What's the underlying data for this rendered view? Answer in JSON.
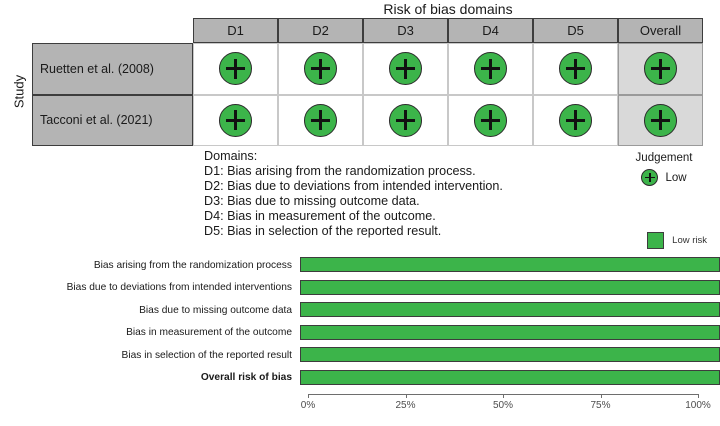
{
  "traffic_light": {
    "title": "Risk of bias domains",
    "study_axis_label": "Study",
    "columns": [
      "D1",
      "D2",
      "D3",
      "D4",
      "D5",
      "Overall"
    ],
    "rows": [
      {
        "study": "Ruetten et al. (2008)",
        "judgements": [
          "Low",
          "Low",
          "Low",
          "Low",
          "Low",
          "Low"
        ]
      },
      {
        "study": "Tacconi et al. (2021)",
        "judgements": [
          "Low",
          "Low",
          "Low",
          "Low",
          "Low",
          "Low"
        ]
      }
    ],
    "colors": {
      "low": "#3cb44a",
      "header_fill": "#b4b4b4",
      "overall_fill": "#d9d9d9",
      "grid_line": "#3d3d3d"
    }
  },
  "domain_key": {
    "heading": "Domains:",
    "lines": [
      "D1: Bias arising from the randomization process.",
      "D2: Bias due to deviations from intended intervention.",
      "D3: Bias due to missing outcome data.",
      "D4: Bias in measurement of the outcome.",
      "D5: Bias in selection of the reported result."
    ]
  },
  "judgement_key": {
    "title": "Judgement",
    "items": [
      {
        "label": "Low",
        "color": "#3cb44a",
        "glyph": "plus"
      }
    ]
  },
  "bar_legend": {
    "items": [
      {
        "label": "Low risk",
        "color": "#3cb44a"
      }
    ]
  },
  "chart_data": {
    "type": "bar",
    "orientation": "horizontal",
    "title": "",
    "xlabel": "",
    "ylabel": "",
    "xlim": [
      0,
      100
    ],
    "grid": false,
    "legend_position": "top-right",
    "categories": [
      "Bias arising from the randomization process",
      "Bias due to deviations from intended interventions",
      "Bias due to missing outcome data",
      "Bias in measurement of the outcome",
      "Bias in selection of the reported result",
      "Overall risk of bias"
    ],
    "category_emphasis": [
      false,
      false,
      false,
      false,
      false,
      true
    ],
    "series": [
      {
        "name": "Low risk",
        "color": "#3cb44a",
        "values": [
          100,
          100,
          100,
          100,
          100,
          100
        ]
      }
    ],
    "tick_values": [
      0,
      25,
      50,
      75,
      100
    ],
    "tick_labels": [
      "0%",
      "25%",
      "50%",
      "75%",
      "100%"
    ]
  }
}
